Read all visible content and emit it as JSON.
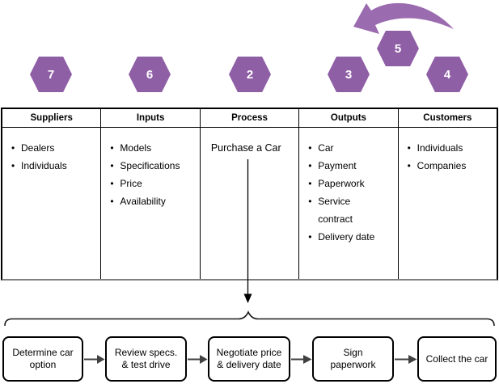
{
  "hexagons": [
    {
      "label": "7"
    },
    {
      "label": "6"
    },
    {
      "label": "2"
    },
    {
      "label": "3"
    },
    {
      "label": "5"
    },
    {
      "label": "4"
    }
  ],
  "sipoc_table": {
    "columns": [
      {
        "header": "Suppliers",
        "items": [
          "Dealers",
          "Individuals"
        ]
      },
      {
        "header": "Inputs",
        "items": [
          "Models",
          "Specifications",
          "Price",
          "Availability"
        ]
      },
      {
        "header": "Process",
        "process_text": "Purchase a Car"
      },
      {
        "header": "Outputs",
        "items": [
          "Car",
          "Payment",
          "Paperwork",
          "Service\ncontract",
          "Delivery date"
        ]
      },
      {
        "header": "Customers",
        "items": [
          "Individuals",
          "Companies"
        ]
      }
    ]
  },
  "flow_steps": [
    {
      "label": "Determine car\noption"
    },
    {
      "label": "Review specs.\n& test drive"
    },
    {
      "label": "Negotiate price\n& delivery date"
    },
    {
      "label": "Sign\npaperwork"
    },
    {
      "label": "Collect the car"
    }
  ],
  "colors": {
    "hexagon_fill": "#8f5fa6",
    "hexagon_text": "#ffffff",
    "curved_arrow_fill": "#9b6bb0",
    "table_border": "#000000",
    "table_bottom_border": "#7f7f7f",
    "flow_arrow": "#404040"
  },
  "icons": [
    {
      "name": "curved-arrow-icon",
      "shape": "thick swoosh arrow curving left, pointing down-left"
    },
    {
      "name": "curly-brace",
      "shape": "horizontal brace spanning flow steps, peak at center"
    },
    {
      "name": "down-arrow",
      "shape": "vertical line arrow from Process cell to brace"
    }
  ]
}
